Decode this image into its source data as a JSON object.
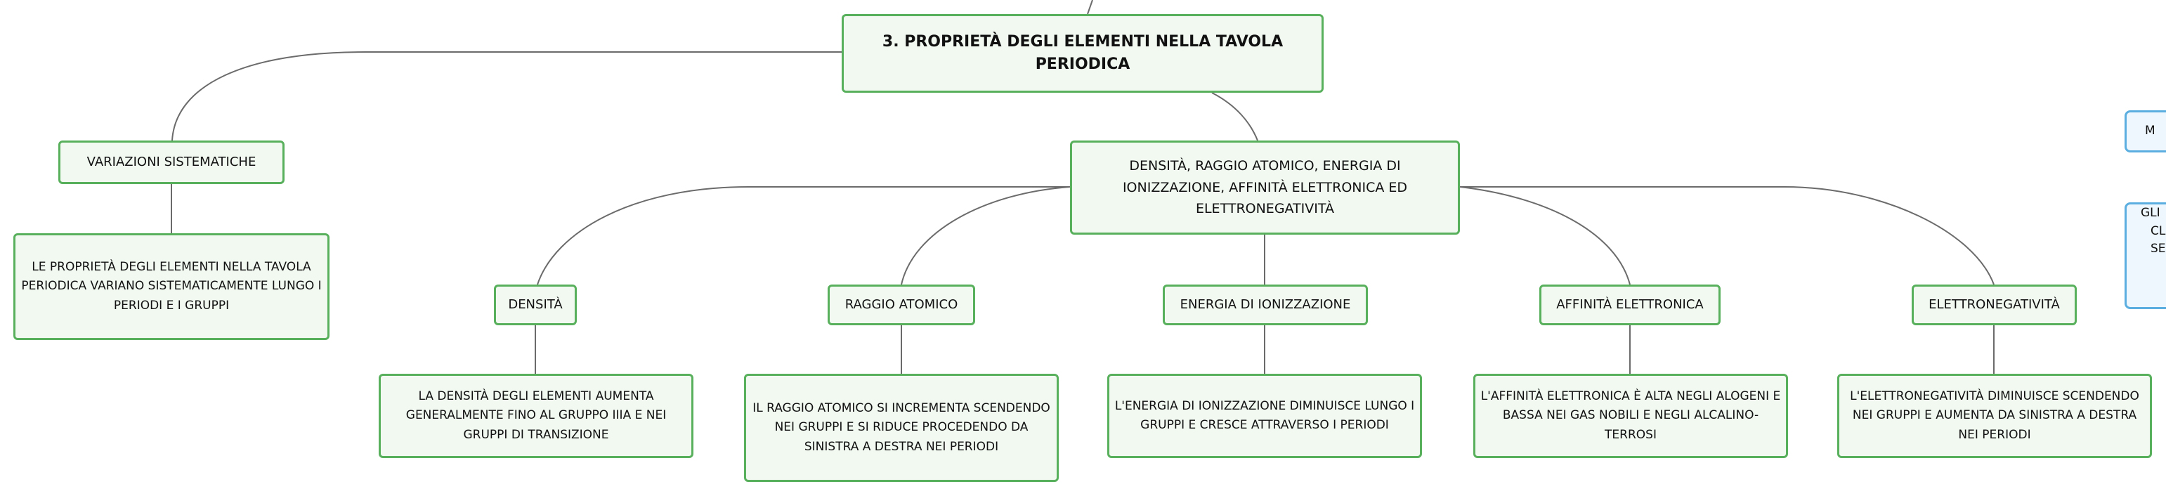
{
  "mindmap": {
    "root": {
      "label": "3. PROPRIETÀ DEGLI ELEMENTI NELLA TAVOLA PERIODICA"
    },
    "variazioni": {
      "label": "VARIAZIONI SISTEMATICHE",
      "detail": "LE PROPRIETÀ DEGLI ELEMENTI NELLA TAVOLA PERIODICA VARIANO SISTEMATICAMENTE LUNGO I PERIODI E I GRUPPI"
    },
    "group": {
      "label": "DENSITÀ, RAGGIO ATOMICO, ENERGIA DI IONIZZAZIONE, AFFINITÀ ELETTRONICA ED ELETTRONEGATIVITÀ"
    },
    "children": [
      {
        "label": "DENSITÀ",
        "detail": "LA DENSITÀ DEGLI ELEMENTI AUMENTA GENERALMENTE FINO AL GRUPPO IIIA E NEI GRUPPI DI TRANSIZIONE"
      },
      {
        "label": "RAGGIO ATOMICO",
        "detail": "IL RAGGIO ATOMICO SI INCREMENTA SCENDENDO NEI GRUPPI E SI RIDUCE PROCEDENDO DA SINISTRA A DESTRA NEI PERIODI"
      },
      {
        "label": "ENERGIA DI IONIZZAZIONE",
        "detail": "L'ENERGIA DI IONIZZAZIONE DIMINUISCE LUNGO I GRUPPI E CRESCE ATTRAVERSO I PERIODI"
      },
      {
        "label": "AFFINITÀ ELETTRONICA",
        "detail": "L'AFFINITÀ ELETTRONICA È ALTA NEGLI ALOGENI E BASSA NEI GAS NOBILI E NEGLI ALCALINO-TERROSI"
      },
      {
        "label": "ELETTRONEGATIVITÀ",
        "detail": "L'ELETTRONEGATIVITÀ DIMINUISCE SCENDENDO NEI GRUPPI E AUMENTA DA SINISTRA A DESTRA NEI PERIODI"
      }
    ],
    "cutoff": [
      {
        "lines": [
          "M"
        ]
      },
      {
        "lines": [
          "GLI",
          "CL",
          "SE"
        ]
      }
    ]
  }
}
